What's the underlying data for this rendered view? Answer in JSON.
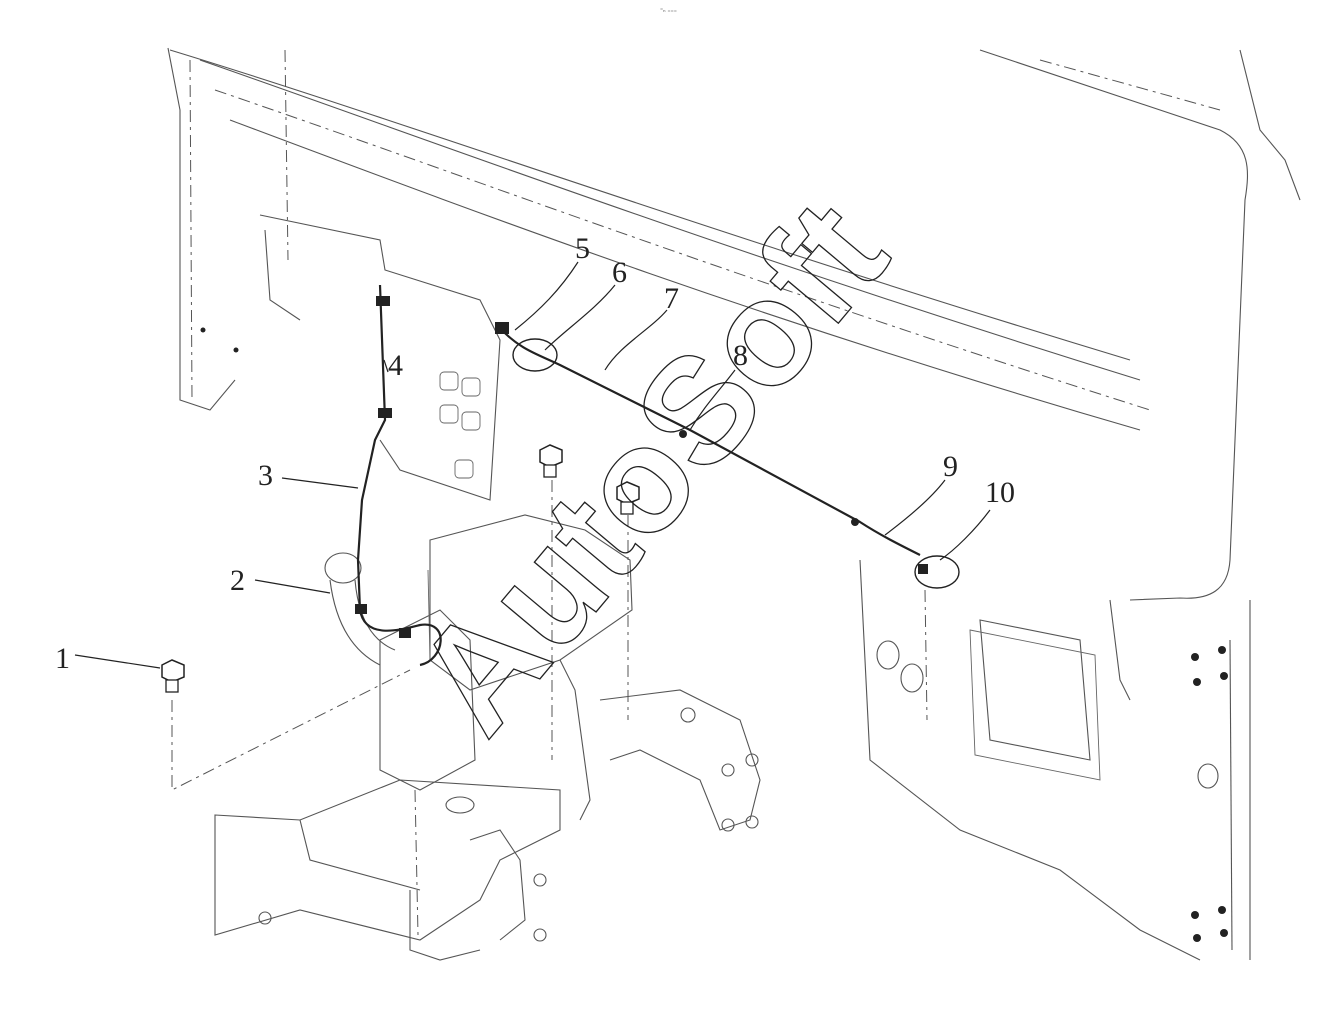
{
  "header_mark": "⁼ₙ ₌₌₌",
  "watermark": "AutoSoft",
  "callouts": [
    "1",
    "2",
    "3",
    "4",
    "5",
    "6",
    "7",
    "8",
    "9",
    "10"
  ],
  "colors": {
    "ink": "#222222",
    "outline": "#555555",
    "background": "#ffffff"
  }
}
